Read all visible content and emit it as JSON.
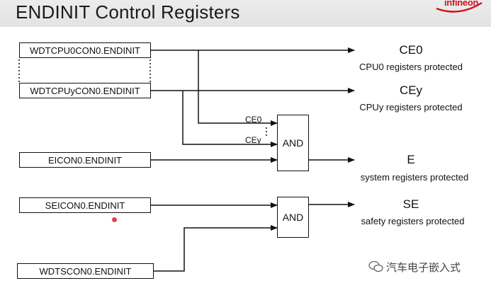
{
  "title": "ENDINIT Control Registers",
  "logo": {
    "text": "infineon",
    "color": "#d2131b"
  },
  "registers": {
    "cpu0": "WDTCPU0CON0.ENDINIT",
    "cpuy": "WDTCPUyCON0.ENDINIT",
    "eicon": "EICON0.ENDINIT",
    "seicon": "SEICON0.ENDINIT",
    "wdts": "WDTSCON0.ENDINIT"
  },
  "gates": {
    "and1": "AND",
    "and2": "AND"
  },
  "gate_inputs": {
    "ce0": "CE0",
    "cey": "CEy"
  },
  "outputs": {
    "ce0": {
      "name": "CE0",
      "desc": "CPU0 registers protected"
    },
    "cey": {
      "name": "CEy",
      "desc": "CPUy registers protected"
    },
    "e": {
      "name": "E",
      "desc": "system registers protected"
    },
    "se": {
      "name": "SE",
      "desc": "safety registers protected"
    }
  },
  "watermark": "汽车电子嵌入式",
  "icons": [
    "logo-swoosh-icon",
    "wechat-icon",
    "pointer-dot"
  ],
  "colors": {
    "line": "#111111",
    "title_bg": "#e6e6e6",
    "logo": "#d2131b",
    "pointer": "#e24444"
  }
}
